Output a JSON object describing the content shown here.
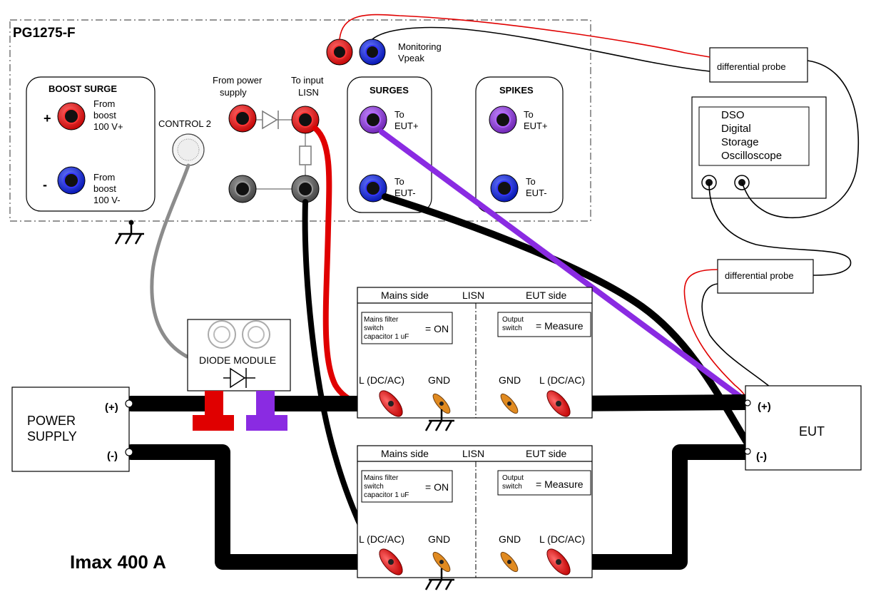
{
  "device": {
    "title": "PG1275-F",
    "monitoring_label_1": "Monitoring",
    "monitoring_label_2": "Vpeak",
    "control_label": "CONTROL 2",
    "from_power_1": "From power",
    "from_power_2": "supply",
    "to_input_1": "To input",
    "to_input_2": "LISN"
  },
  "boost": {
    "title": "BOOST SURGE",
    "plus_sign": "+",
    "minus_sign": "-",
    "plus_lines": [
      "From",
      "boost",
      "100 V+"
    ],
    "minus_lines": [
      "From",
      "boost",
      "100 V-"
    ]
  },
  "surges": {
    "title": "SURGES",
    "plus_lines": [
      "To",
      "EUT+"
    ],
    "minus_lines": [
      "To",
      "EUT-"
    ]
  },
  "spikes": {
    "title": "SPIKES",
    "plus_lines": [
      "To",
      "EUT+"
    ],
    "minus_lines": [
      "To",
      "EUT-"
    ]
  },
  "probes": {
    "top": "differential probe",
    "bottom": "differential probe"
  },
  "dso": {
    "lines": [
      "DSO",
      "Digital",
      "Storage",
      "Oscilloscope"
    ]
  },
  "power_supply": {
    "lines": [
      "POWER",
      "SUPPLY"
    ],
    "plus": "(+)",
    "minus": "(-)"
  },
  "diode_module": {
    "label": "DIODE MODULE"
  },
  "lisn_top": {
    "mains_side": "Mains side",
    "lisn": "LISN",
    "eut_side": "EUT side",
    "filter_lines": [
      "Mains filter",
      "switch",
      "capacitor 1 uF"
    ],
    "filter_value": "= ON",
    "output_lines": [
      "Output",
      "switch"
    ],
    "output_value": "= Measure",
    "terminal_l_left": "L (DC/AC)",
    "terminal_gnd_left": "GND",
    "terminal_gnd_right": "GND",
    "terminal_l_right": "L (DC/AC)"
  },
  "lisn_bottom": {
    "mains_side": "Mains side",
    "lisn": "LISN",
    "eut_side": "EUT side",
    "filter_lines": [
      "Mains filter",
      "switch",
      "capacitor 1 uF"
    ],
    "filter_value": "= ON",
    "output_lines": [
      "Output",
      "switch"
    ],
    "output_value": "= Measure",
    "terminal_l_left": "L (DC/AC)",
    "terminal_gnd_left": "GND",
    "terminal_gnd_right": "GND",
    "terminal_l_right": "L (DC/AC)"
  },
  "eut": {
    "label": "EUT",
    "plus": "(+)",
    "minus": "(-)"
  },
  "current_note": "Imax 400 A",
  "colors": {
    "red": "#e00000",
    "blue": "#1020d0",
    "violet": "#8a2be2",
    "black": "#000000",
    "gray": "#8c8c8c",
    "orange": "#e08a20"
  }
}
